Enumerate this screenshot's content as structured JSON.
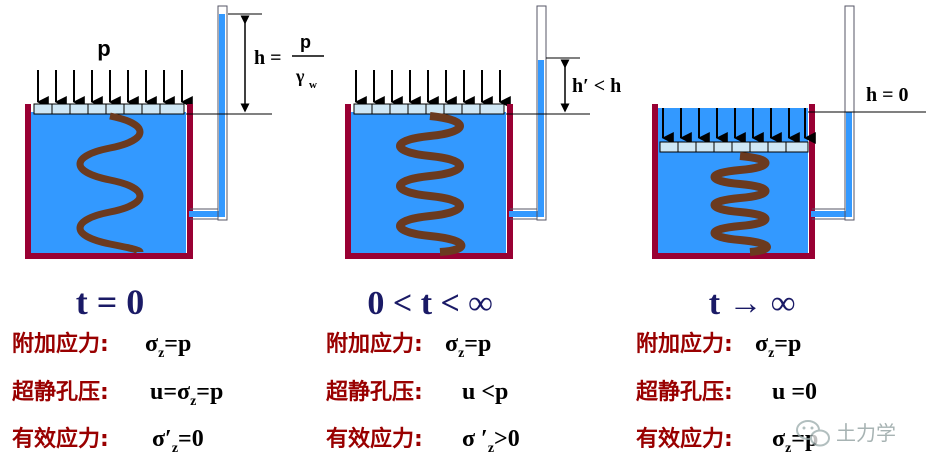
{
  "colors": {
    "water": "#3399ff",
    "tank_wall": "#990033",
    "spring": "#6b3a1f",
    "text_dark_blue": "#1a1a66",
    "text_label": "#990000",
    "piston": "#cfe7f5"
  },
  "panels": [
    {
      "load_label": "p",
      "head_label_main": "h =",
      "head_label_num": "p",
      "head_label_den": "γ",
      "head_label_den_sub": "w",
      "time_label": "t = 0",
      "rows": [
        {
          "label": "附加应力:",
          "value": "σ",
          "sub": "z",
          "tail": "=p"
        },
        {
          "label": "超静孔压:",
          "value": "u=σ",
          "sub": "z",
          "tail": "=p"
        },
        {
          "label": "有效应力:",
          "value": "σ′",
          "sub": "z",
          "tail": "=0"
        }
      ]
    },
    {
      "head_label_main": "h′ < h",
      "time_label": "0 < t < ∞",
      "rows": [
        {
          "label": "附加应力:",
          "value": "σ",
          "sub": "z",
          "tail": "=p"
        },
        {
          "label": "超静孔压:",
          "value": "u <p",
          "sub": "",
          "tail": ""
        },
        {
          "label": "有效应力:",
          "value": "σ ′",
          "sub": "z",
          "tail": ">0"
        }
      ]
    },
    {
      "head_label_main": "h = 0",
      "time_label": "t → ∞",
      "rows": [
        {
          "label": "附加应力:",
          "value": "σ",
          "sub": "z",
          "tail": "=p"
        },
        {
          "label": "超静孔压:",
          "value": "u =0",
          "sub": "",
          "tail": ""
        },
        {
          "label": "有效应力:",
          "value": "σ",
          "sub": "z",
          "tail": "=p"
        }
      ]
    }
  ],
  "watermark": "土力学",
  "icons": {
    "load_arrows": "downward-arrow-icon",
    "watermark_logo": "wechat-icon"
  }
}
